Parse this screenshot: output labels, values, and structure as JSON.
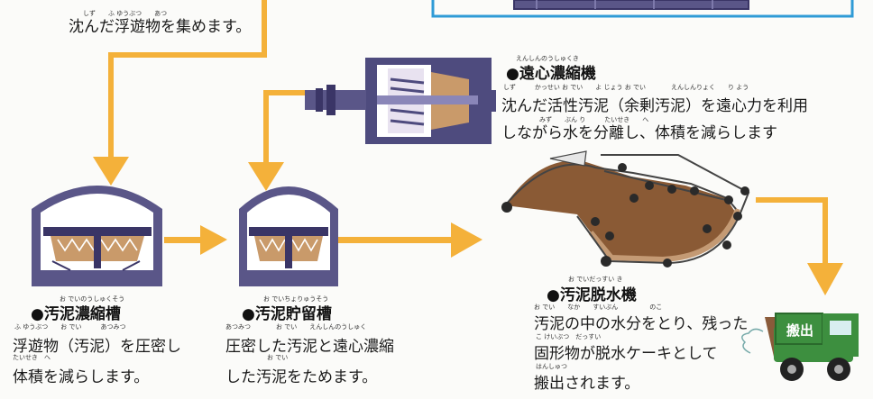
{
  "colors": {
    "arrow": "#f4b13a",
    "tank_body": "#5a5688",
    "tank_dark": "#3a3566",
    "sludge": "#8a5a35",
    "sludge_light": "#c49a74",
    "belt": "#444444",
    "roller": "#2a2a2a",
    "truck_green": "#3d8f3f",
    "truck_cargo": "#8a5b3a",
    "blue_line": "#2f9bd6",
    "centrifuge_body": "#4e4b7e",
    "centrifuge_inner": "#c99a6a"
  },
  "icons": {
    "tank1": "thickener-tank-icon",
    "tank2": "storage-tank-icon",
    "centrifuge": "centrifuge-icon",
    "press": "belt-press-icon",
    "truck": "dump-truck-icon"
  },
  "top_text": {
    "ruby": "しず　　ふ ゆうぶつ　　あつ",
    "text": "沈んだ浮遊物を集めます。"
  },
  "centrifuge": {
    "ruby": "えんしんのうしゅくき",
    "title": "●遠心濃縮機",
    "ruby2": "しず　　　かっせい お でい　　よ じょう お でい　　　　えんしんりょく　　り よう",
    "text": "沈んだ活性汚泥（余剰汚泥）を遠心力を利用\nしながら水を分離し、体積を減らします",
    "ruby3": "みず　　ぶん り　　　たいせき　　へ"
  },
  "thickener": {
    "ruby": "お でいのうしゅくそう",
    "title": "●汚泥濃縮槽",
    "ruby2": "ふ ゆうぶつ　　お でい　　　あつみつ",
    "text": "浮遊物（汚泥）を圧密し\n体積を減らします。",
    "ruby3": "たいせき　へ"
  },
  "storage": {
    "ruby": "お でいちょりゅうそう",
    "title": "●汚泥貯留槽",
    "ruby2": "あつみつ　　　　お でい　　えんしんのうしゅく",
    "text": "圧密した汚泥と遠心濃縮\nした汚泥をためます。",
    "ruby3": "お でい"
  },
  "dehydrator": {
    "ruby": "お でいだっすい き",
    "title": "●汚泥脱水機",
    "ruby2": "お でい　　なか　　すいぶん　　　　　のこ",
    "text": "汚泥の中の水分をとり、残った\n固形物が脱水ケーキとして\n搬出されます。",
    "ruby3": "こ けいぶつ　だっすい",
    "ruby4": "はんしゅつ"
  },
  "truck": {
    "label": "搬出"
  }
}
